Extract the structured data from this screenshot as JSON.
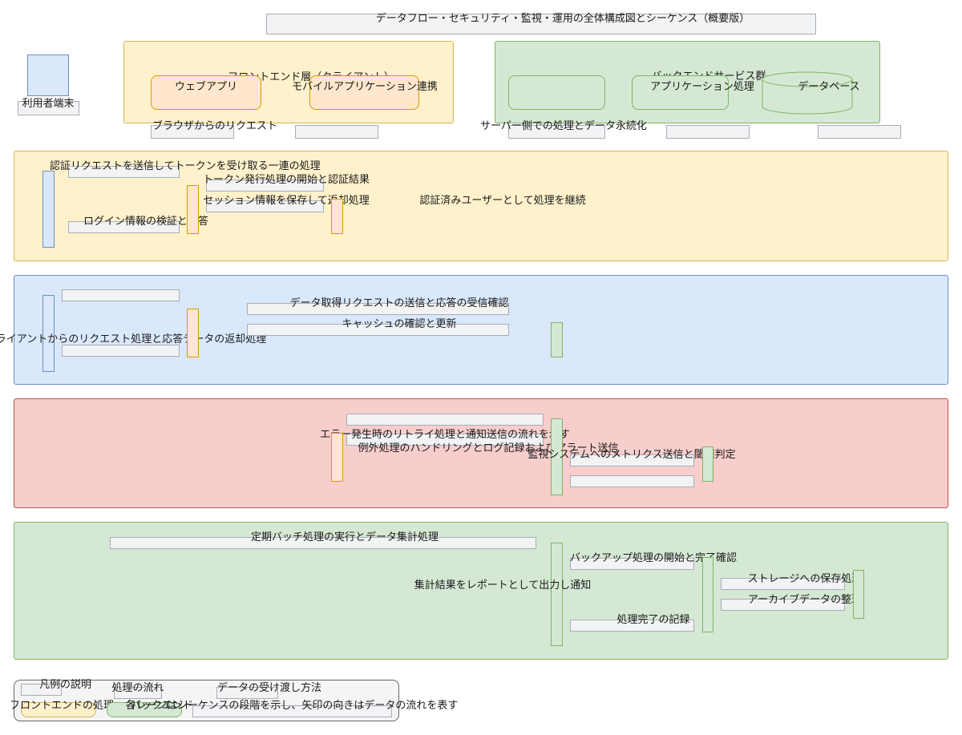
{
  "header": {
    "title": "データフロー・セキュリティ・監視・運用の全体構成図とシーケンス（概要版）"
  },
  "top": {
    "user_label": "利用者端末",
    "frontend_group_title": "フロントエンド層（クライアント）",
    "frontend_node_1": "ウェブアプリ",
    "frontend_node_2": "モバイルアプリケーション連携",
    "frontend_note_1": "ブラウザからのリクエスト",
    "backend_group_title": "バックエンドサービス群",
    "backend_node_2": "アプリケーション処理",
    "backend_db": "データベース",
    "backend_note_1": "サーバー側での処理とデータ永続化"
  },
  "lane1": {
    "note_a": "認証リクエストを送信してトークンを受け取る一連の処理",
    "note_b": "ログイン情報の検証と応答",
    "msg_1": "トークン発行処理の開始と認証結果",
    "msg_2": "セッション情報を保存して返却処理",
    "msg_3": "認証済みユーザーとして処理を継続"
  },
  "lane2": {
    "msg_1": "データ取得リクエストの送信と応答の受信確認",
    "msg_2": "キャッシュの確認と更新",
    "msg_3": "クライアントからのリクエスト処理と応答データの返却処理"
  },
  "lane3": {
    "msg_1": "エラー発生時のリトライ処理と通知送信の流れを示す",
    "msg_2": "例外処理のハンドリングとログ記録およびアラート送信",
    "msg_3": "監視システムへのメトリクス送信と閾値判定"
  },
  "lane4": {
    "msg_1": "定期バッチ処理の実行とデータ集計処理",
    "msg_2": "集計結果をレポートとして出力し通知",
    "msg_3": "バックアップ処理の開始と完了確認",
    "msg_4": "ストレージへの保存処理",
    "msg_5": "アーカイブデータの整理",
    "msg_6": "処理完了の記録"
  },
  "legend": {
    "item_1": "凡例の説明",
    "item_2": "処理の流れ",
    "item_3": "データの受け渡し方法",
    "item_4": "フロントエンドの処理",
    "item_5": "バックエンド",
    "item_6": "各レーンはシーケンスの段階を示し、矢印の向きはデータの流れを表す"
  }
}
